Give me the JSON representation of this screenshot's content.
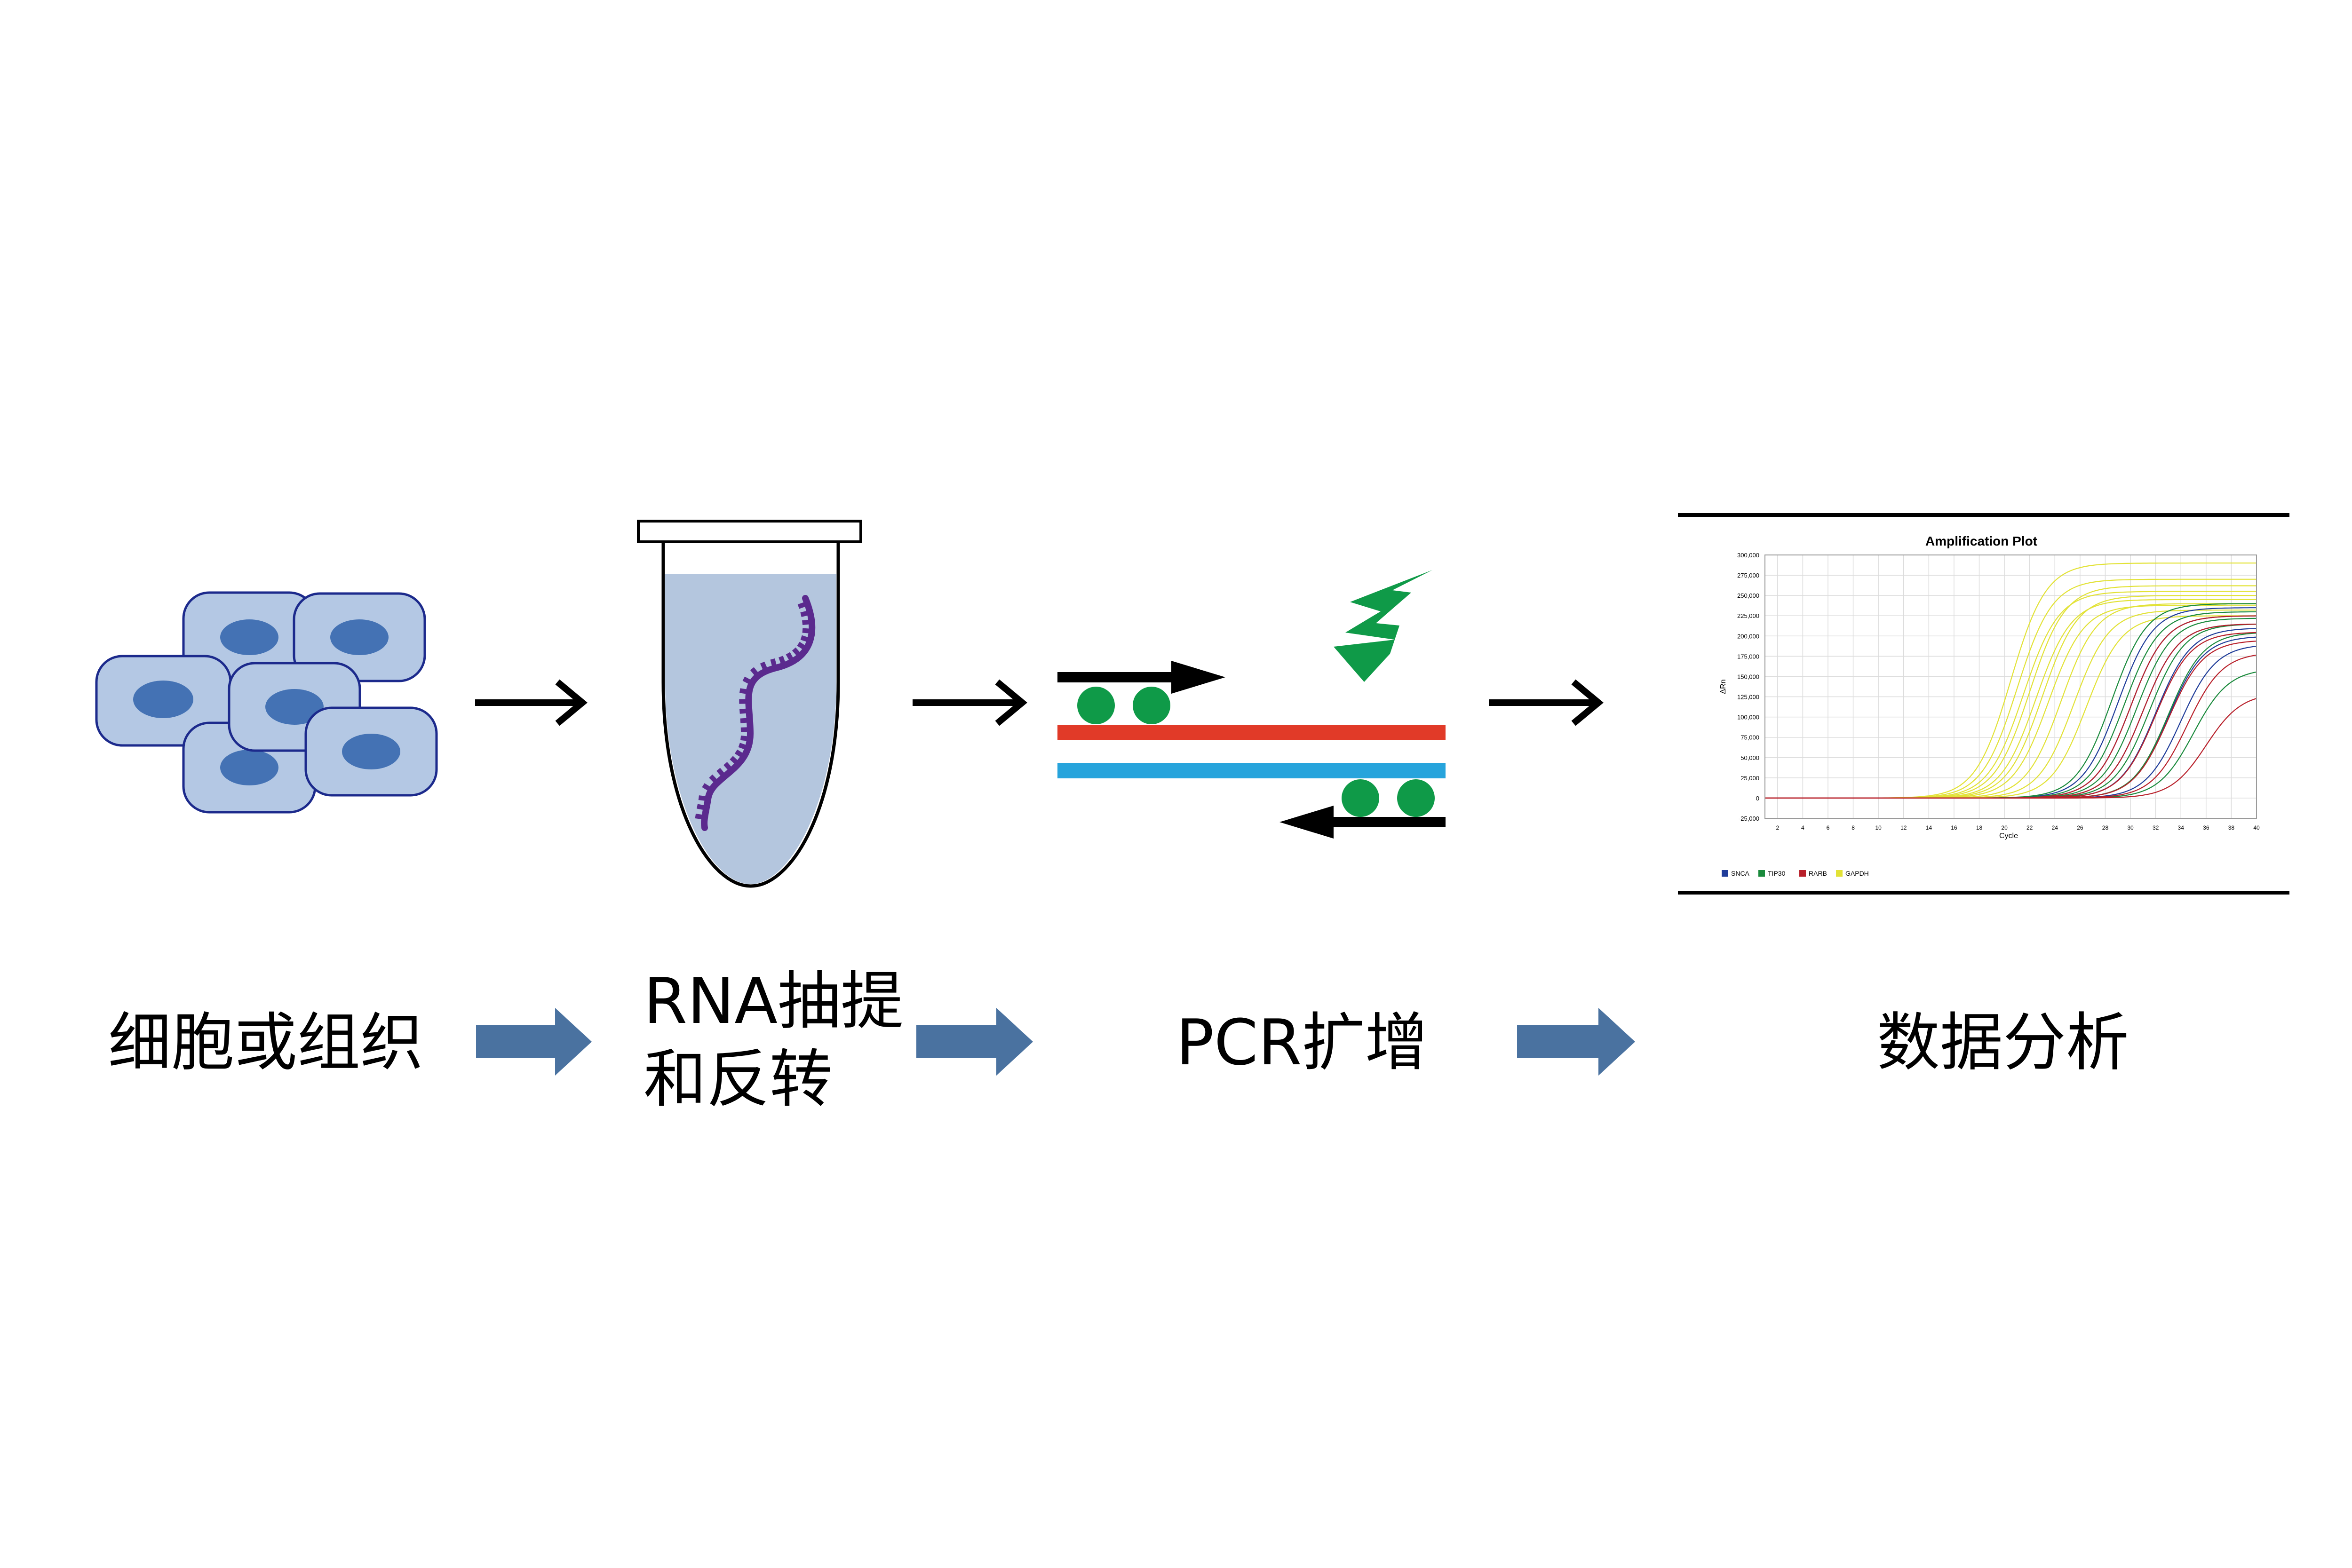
{
  "steps": [
    {
      "label": "细胞或组织"
    },
    {
      "label_line1": "RNA抽提",
      "label_line2": "和反转"
    },
    {
      "label": "PCR扩增"
    },
    {
      "label": "数据分析"
    }
  ],
  "plot": {
    "title": "Amplification Plot",
    "ylabel": "ΔRn",
    "xlabel": "Cycle",
    "y_ticks": [
      "300,000",
      "275,000",
      "250,000",
      "225,000",
      "200,000",
      "175,000",
      "150,000",
      "125,000",
      "100,000",
      "75,000",
      "50,000",
      "25,000",
      "0",
      "-25,000"
    ],
    "x_ticks": [
      "2",
      "4",
      "6",
      "8",
      "10",
      "12",
      "14",
      "16",
      "18",
      "20",
      "22",
      "24",
      "26",
      "28",
      "30",
      "32",
      "34",
      "36",
      "38",
      "40"
    ],
    "legend": [
      {
        "name": "SNCA",
        "color": "#1f3c99"
      },
      {
        "name": "TIP30",
        "color": "#1a8a3c"
      },
      {
        "name": "RARB",
        "color": "#b8202a"
      },
      {
        "name": "GAPDH",
        "color": "#e2e236"
      }
    ]
  },
  "colors": {
    "cell_fill": "#b4c8e4",
    "cell_border": "#1c2a8c",
    "nucleus": "#4472b4",
    "tube_liquid": "#b4c6de",
    "rna": "#5b2a8e",
    "strand_top": "#e13a28",
    "strand_bottom": "#27a4dc",
    "probe": "#0f9a48",
    "block_arrow": "#4a72a0"
  },
  "chart_data": {
    "type": "line",
    "title": "Amplification Plot",
    "xlabel": "Cycle",
    "ylabel": "ΔRn",
    "xlim": [
      1,
      40
    ],
    "ylim": [
      -25000,
      300000
    ],
    "grid": true,
    "legend_position": "bottom-left",
    "series": [
      {
        "name": "GAPDH",
        "color": "#e2e236",
        "group": [
          {
            "ct": 20.5,
            "plateau": 290000
          },
          {
            "ct": 21.0,
            "plateau": 270000
          },
          {
            "ct": 21.5,
            "plateau": 255000
          },
          {
            "ct": 22.0,
            "plateau": 262000
          },
          {
            "ct": 22.5,
            "plateau": 245000
          },
          {
            "ct": 23.0,
            "plateau": 250000
          },
          {
            "ct": 23.5,
            "plateau": 238000
          },
          {
            "ct": 24.5,
            "plateau": 240000
          },
          {
            "ct": 25.5,
            "plateau": 232000
          },
          {
            "ct": 26.5,
            "plateau": 225000
          }
        ]
      },
      {
        "name": "SNCA",
        "color": "#1f3c99",
        "group": [
          {
            "ct": 29.0,
            "plateau": 235000
          },
          {
            "ct": 30.0,
            "plateau": 225000
          },
          {
            "ct": 31.0,
            "plateau": 215000
          },
          {
            "ct": 32.0,
            "plateau": 210000
          },
          {
            "ct": 33.0,
            "plateau": 200000
          },
          {
            "ct": 34.0,
            "plateau": 190000
          }
        ]
      },
      {
        "name": "TIP30",
        "color": "#1a8a3c",
        "group": [
          {
            "ct": 28.5,
            "plateau": 240000
          },
          {
            "ct": 29.5,
            "plateau": 230000
          },
          {
            "ct": 30.5,
            "plateau": 222000
          },
          {
            "ct": 31.5,
            "plateau": 215000
          },
          {
            "ct": 33.0,
            "plateau": 205000
          },
          {
            "ct": 35.0,
            "plateau": 160000
          }
        ]
      },
      {
        "name": "RARB",
        "color": "#b8202a",
        "group": [
          {
            "ct": 30.0,
            "plateau": 225000
          },
          {
            "ct": 31.0,
            "plateau": 215000
          },
          {
            "ct": 32.0,
            "plateau": 205000
          },
          {
            "ct": 33.0,
            "plateau": 195000
          },
          {
            "ct": 34.5,
            "plateau": 180000
          },
          {
            "ct": 36.0,
            "plateau": 130000
          }
        ]
      }
    ]
  }
}
